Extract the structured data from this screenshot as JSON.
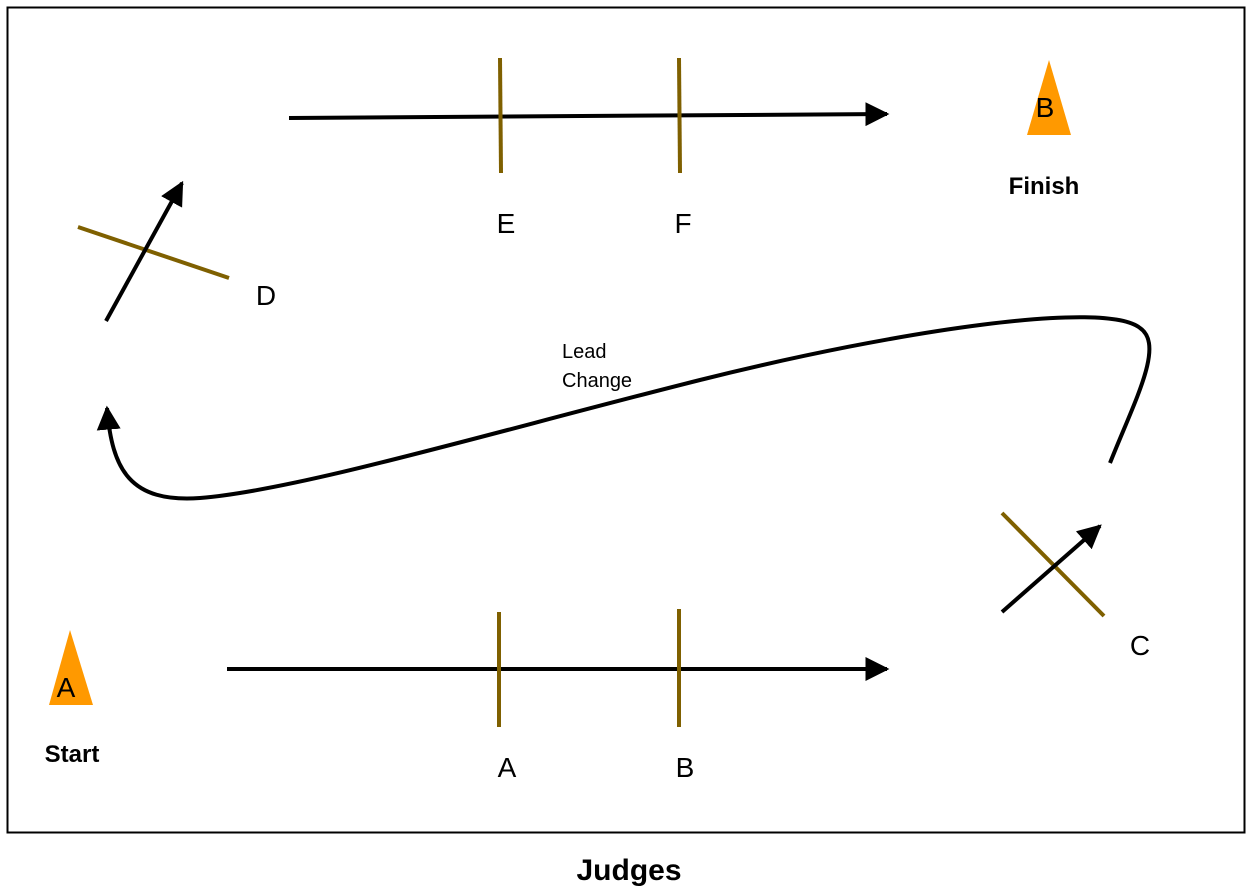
{
  "labels": {
    "start": "Start",
    "finish": "Finish",
    "lead_change_line1": "Lead",
    "lead_change_line2": "Change",
    "judges": "Judges"
  },
  "cones": [
    {
      "id": "start-cone",
      "letter": "A"
    },
    {
      "id": "finish-cone",
      "letter": "B"
    }
  ],
  "poles": [
    {
      "id": "A",
      "label": "A"
    },
    {
      "id": "B",
      "label": "B"
    },
    {
      "id": "C",
      "label": "C"
    },
    {
      "id": "D",
      "label": "D"
    },
    {
      "id": "E",
      "label": "E"
    },
    {
      "id": "F",
      "label": "F"
    }
  ],
  "colors": {
    "cone": "#FF9900",
    "pole": "#7F6000",
    "path": "#000000",
    "border": "#000000"
  }
}
